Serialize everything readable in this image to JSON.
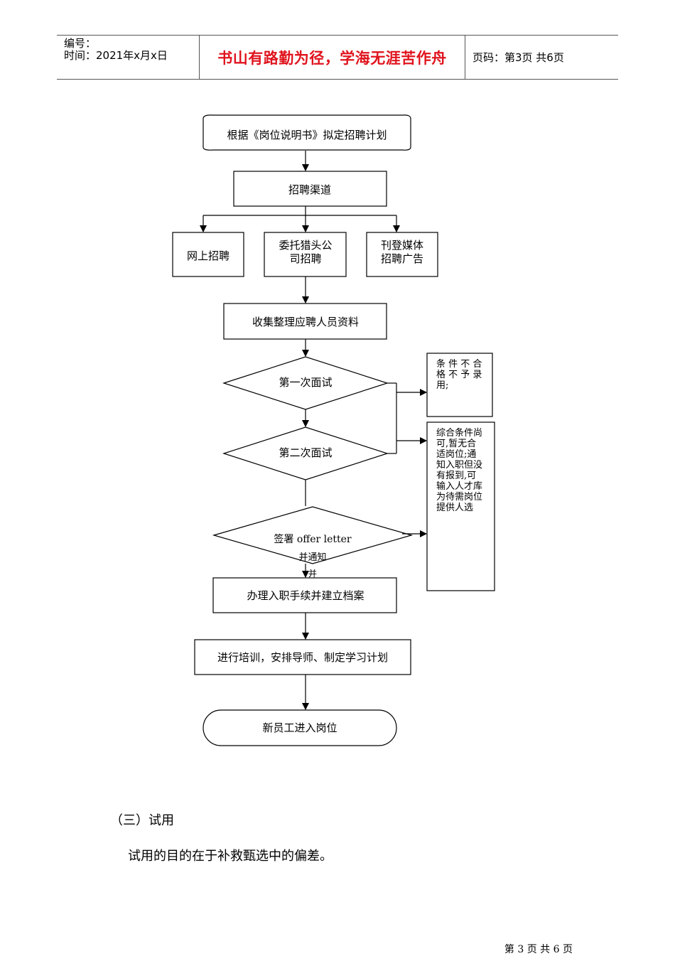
{
  "header": {
    "number_label": "编号：",
    "time_text": "时间：2021年x月x日",
    "motto": "书山有路勤为径，学海无涯苦作舟",
    "page_text": "页码：第3页  共6页"
  },
  "flowchart": {
    "plan": "根据《岗位说明书》拟定招聘计划",
    "channels": "招聘渠道",
    "online": "网上招聘",
    "headhunter": [
      "委托猎头公",
      "司招聘"
    ],
    "media": [
      "刊登媒体",
      "招聘广告"
    ],
    "collect": "收集整理应聘人员资料",
    "interview1": "第一次面试",
    "interview2": "第二次面试",
    "offer": "签署 offer letter",
    "notify": "并通知",
    "notify_cut": "并",
    "onboard": "办理入职手续并建立档案",
    "training": "进行培训，安排导师、制定学习计划",
    "enter": "新员工进入岗位",
    "reject": [
      "条 件 不 合",
      "格 不 予 录",
      "用;"
    ],
    "talent_pool": [
      "综合条件尚",
      "可,暂无合",
      "适岗位;通",
      "知入职但没",
      "有报到,可",
      "输入人才库",
      "为待需岗位",
      "提供人选"
    ]
  },
  "body": {
    "section": "（三）试用",
    "paragraph": "试用的目的在于补救甄选中的偏差。"
  },
  "footer": {
    "page": "第 3 页 共 6 页"
  }
}
